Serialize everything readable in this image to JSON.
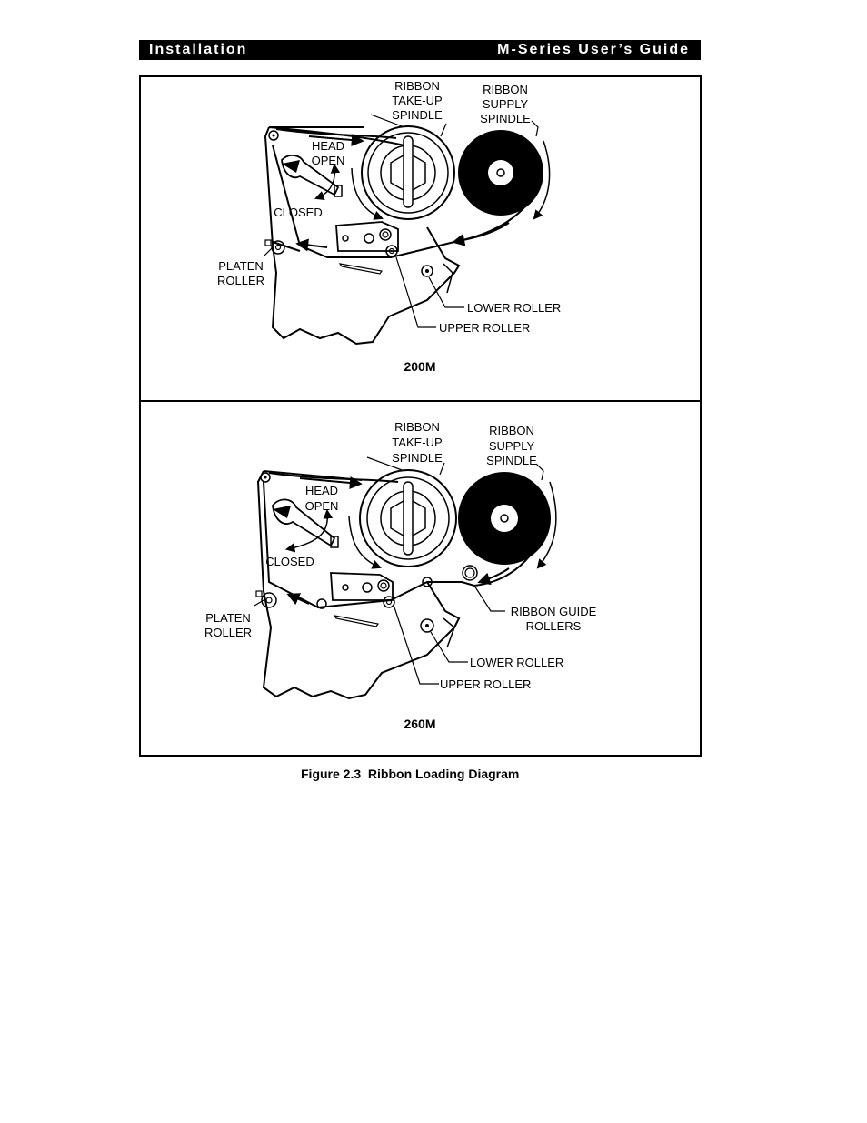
{
  "header": {
    "section": "Installation",
    "guide_title": "M-Series User’s Guide"
  },
  "panels": [
    {
      "model": "200M",
      "labels": {
        "takeup": [
          "RIBBON",
          "TAKE-UP",
          "SPINDLE"
        ],
        "supply": [
          "RIBBON",
          "SUPPLY",
          "SPINDLE"
        ],
        "head_open": [
          "HEAD",
          "OPEN"
        ],
        "closed": "CLOSED",
        "platen": [
          "PLATEN",
          "ROLLER"
        ],
        "lower_roller": "LOWER ROLLER",
        "upper_roller": "UPPER ROLLER"
      }
    },
    {
      "model": "260M",
      "labels": {
        "takeup": [
          "RIBBON",
          "TAKE-UP",
          "SPINDLE"
        ],
        "supply": [
          "RIBBON",
          "SUPPLY",
          "SPINDLE"
        ],
        "head_open": [
          "HEAD",
          "OPEN"
        ],
        "closed": "CLOSED",
        "platen": [
          "PLATEN",
          "ROLLER"
        ],
        "guide": [
          "RIBBON GUIDE",
          "ROLLERS"
        ],
        "lower_roller": "LOWER ROLLER",
        "upper_roller": "UPPER ROLLER"
      }
    }
  ],
  "caption": "Figure 2.3  Ribbon Loading Diagram"
}
